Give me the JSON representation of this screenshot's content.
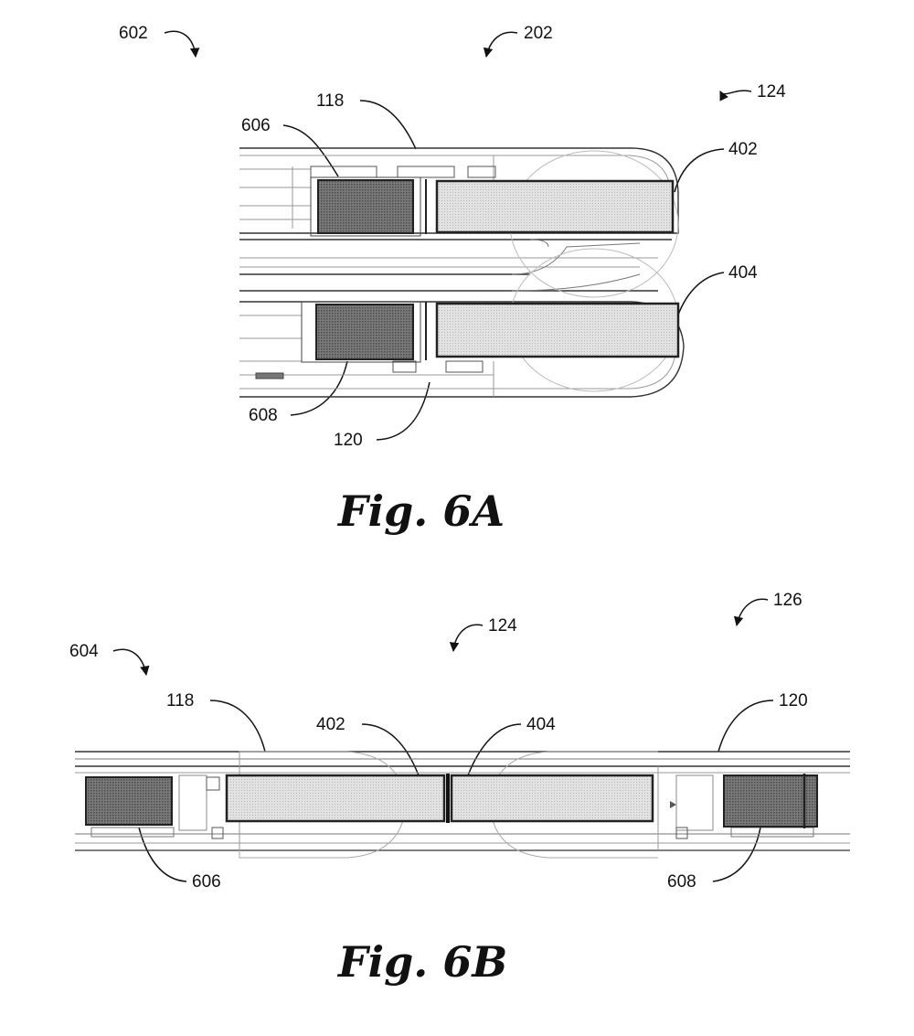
{
  "figures": {
    "fig6a": {
      "caption": "Fig. 6A",
      "refs": {
        "r602": "602",
        "r202": "202",
        "r124": "124",
        "r118": "118",
        "r606": "606",
        "r402": "402",
        "r404": "404",
        "r608": "608",
        "r120": "120"
      }
    },
    "fig6b": {
      "caption": "Fig. 6B",
      "refs": {
        "r604": "604",
        "r124": "124",
        "r126": "126",
        "r118": "118",
        "r402": "402",
        "r404": "404",
        "r120": "120",
        "r606": "606",
        "r608": "608"
      }
    }
  },
  "colors": {
    "line": "#222222",
    "faint": "#9a9a9a",
    "magnet_dark": "#6f6f6f",
    "magnet_light": "#d6d6d6"
  }
}
